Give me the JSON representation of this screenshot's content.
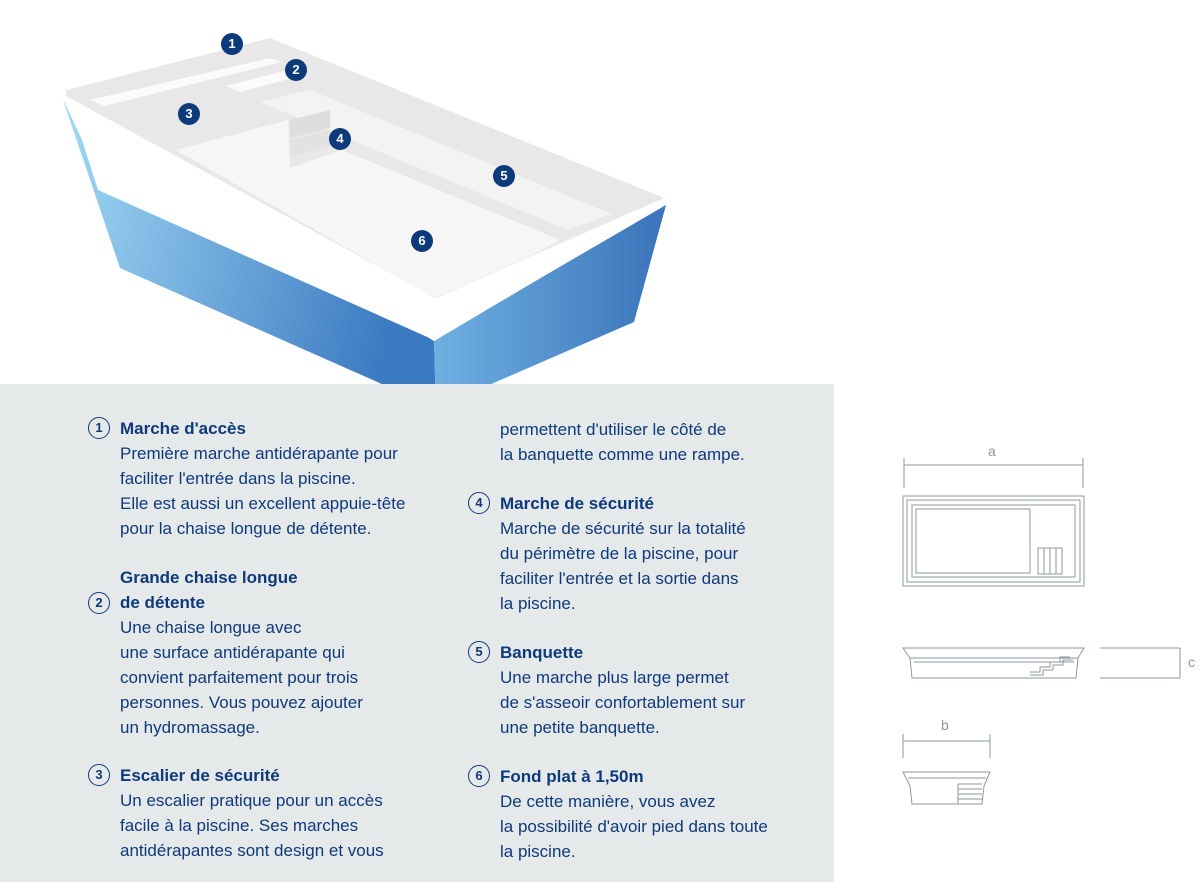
{
  "markers": [
    {
      "num": "1"
    },
    {
      "num": "2"
    },
    {
      "num": "3"
    },
    {
      "num": "4"
    },
    {
      "num": "5"
    },
    {
      "num": "6"
    }
  ],
  "features": [
    {
      "num": "1",
      "title": "Marche d'accès",
      "desc": "Première marche antidérapante pour\nfaciliter l'entrée dans la piscine.\nElle est aussi un excellent appuie-tête\npour la chaise longue de détente."
    },
    {
      "num": "2",
      "title_line1": "Grande chaise longue",
      "title_line2": "de détente",
      "desc": "Une chaise longue avec\nune surface antidérapante qui\nconvient parfaitement pour trois\npersonnes. Vous pouvez ajouter\nun hydromassage."
    },
    {
      "num": "3",
      "title": "Escalier de sécurité",
      "desc": "Un escalier pratique pour un accès\nfacile à la piscine. Ses marches\nantidérapantes sont design et vous"
    },
    {
      "continuation": "permettent d'utiliser le côté de\nla banquette comme une rampe."
    },
    {
      "num": "4",
      "title": "Marche de sécurité",
      "desc": "Marche de sécurité sur la totalité\ndu périmètre de la piscine, pour\nfaciliter l'entrée et la sortie dans\nla piscine."
    },
    {
      "num": "5",
      "title": "Banquette",
      "desc": "Une marche plus large permet\nde s'asseoir confortablement sur\nune petite banquette."
    },
    {
      "num": "6",
      "title": "Fond plat à 1,50m",
      "desc": "De cette manière, vous avez\nla possibilité d'avoir pied dans toute\nla piscine."
    }
  ],
  "dimensions": {
    "a": "a",
    "b": "b",
    "c": "c"
  },
  "colors": {
    "navy": "#0d3a7a",
    "pool_light": "#9fd6f2",
    "pool_dark": "#3a78c0",
    "panel": "#e6e9ea",
    "deck": "#e8e8e8"
  }
}
